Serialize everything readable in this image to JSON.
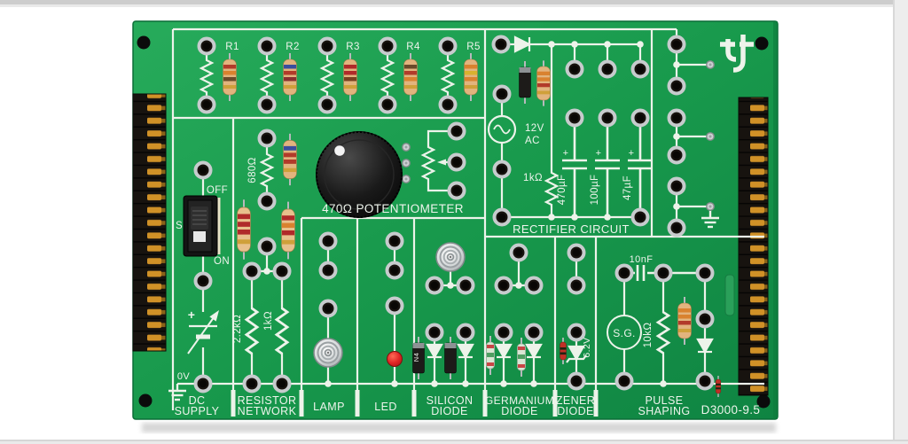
{
  "colors": {
    "board_green": "#18994c",
    "silkscreen_white": "#edf3ea",
    "pad_ring_silver": "#c7cbcd",
    "header_gold": "#d09127",
    "led_red": "#d42323",
    "knob_black": "#141414"
  },
  "top_row": {
    "r1": "R1",
    "r2": "R2",
    "r3": "R3",
    "r4": "R4",
    "r5": "R5"
  },
  "dc_supply": {
    "off": "OFF",
    "switch": "S",
    "on": "ON",
    "plus": "+",
    "zero_volts": "0V",
    "label_line1": "DC",
    "label_line2": "SUPPLY"
  },
  "resistor_network": {
    "r_top": "680Ω",
    "r_left": "2.2kΩ",
    "r_right": "1kΩ",
    "label_line1": "RESISTOR",
    "label_line2": "NETWORK"
  },
  "potentiometer": {
    "label": "470Ω POTENTIOMETER"
  },
  "rectifier": {
    "source_line1": "12V",
    "source_line2": "AC",
    "resistor": "1kΩ",
    "cap_plus": "+",
    "cap1": "470µF",
    "cap2": "100µF",
    "cap3": "47µF",
    "label": "RECTIFIER CIRCUIT"
  },
  "lamp": {
    "label": "LAMP"
  },
  "led": {
    "label": "LED"
  },
  "silicon_diode": {
    "marking": "N4",
    "label_line1": "SILICON",
    "label_line2": "DIODE"
  },
  "germanium_diode": {
    "label_line1": "GERMANIUM",
    "label_line2": "DIODE"
  },
  "zener_diode": {
    "voltage": "6.2V",
    "label_line1": "ZENER",
    "label_line2": "DIODE"
  },
  "pulse_shaping": {
    "capacitor": "10nF",
    "signal_generator": "S.G.",
    "resistor": "10kΩ",
    "label_line1": "PULSE",
    "label_line2": "SHAPING"
  },
  "board_id": "D3000-9.5"
}
